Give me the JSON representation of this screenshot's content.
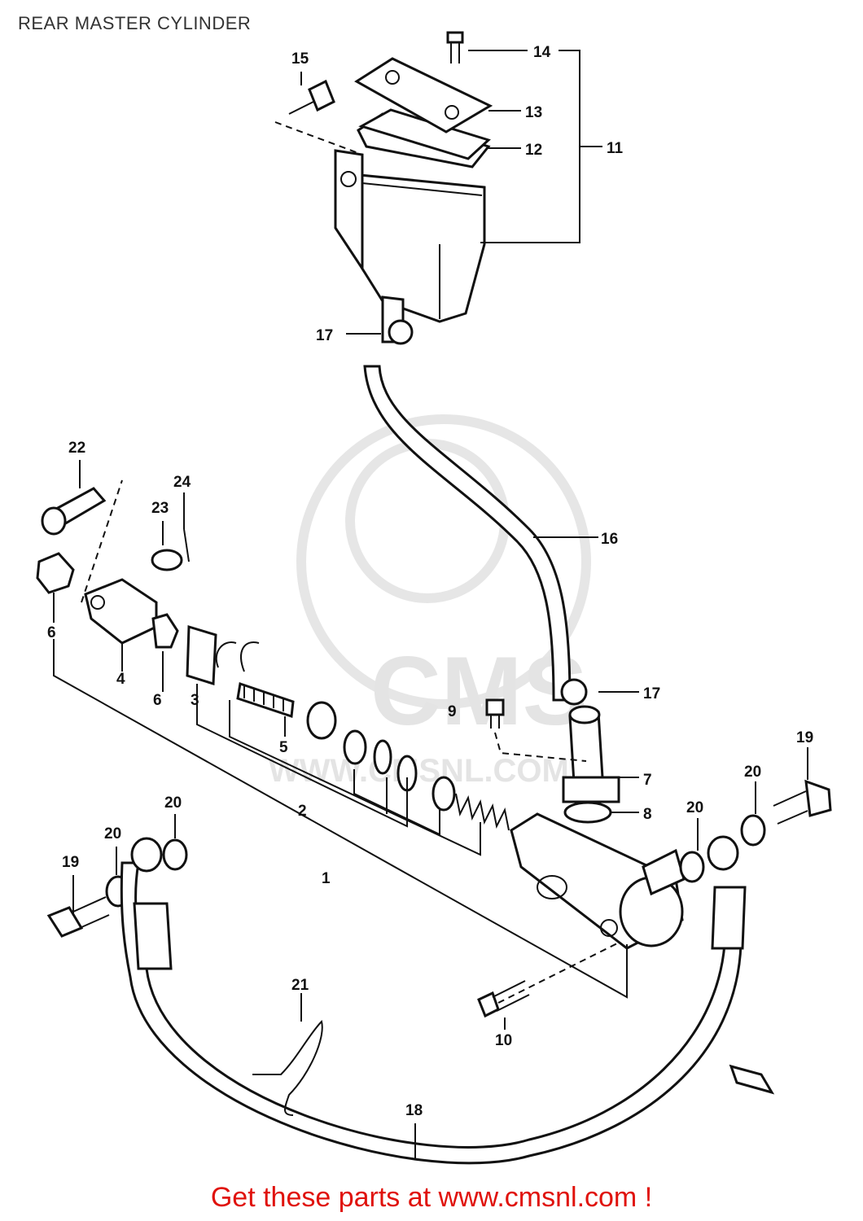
{
  "title": "REAR MASTER CYLINDER",
  "footer": "Get these parts at www.cmsnl.com !",
  "watermark": {
    "brand": "CMS",
    "url": "WWW.CMSNL.COM"
  },
  "colors": {
    "footer_text": "#e0120c",
    "line": "#111111",
    "watermark": "#e4e4e4"
  },
  "callouts": {
    "c1": "1",
    "c2": "2",
    "c3": "3",
    "c4": "4",
    "c5": "5",
    "c6a": "6",
    "c6b": "6",
    "c7": "7",
    "c8": "8",
    "c9": "9",
    "c10": "10",
    "c11": "11",
    "c12": "12",
    "c13": "13",
    "c14": "14",
    "c15": "15",
    "c16": "16",
    "c17a": "17",
    "c17b": "17",
    "c18": "18",
    "c19a": "19",
    "c19b": "19",
    "c20a": "20",
    "c20b": "20",
    "c20c": "20",
    "c20d": "20",
    "c21": "21",
    "c22": "22",
    "c23": "23",
    "c24": "24"
  }
}
